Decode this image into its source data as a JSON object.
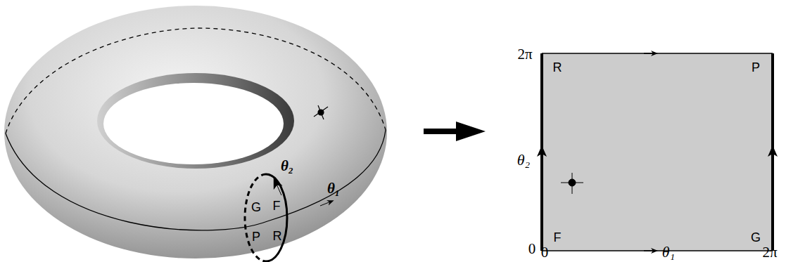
{
  "diagram": {
    "labels": [
      "θ₂",
      "G",
      "F",
      "θ₁",
      "P",
      "R",
      "2π",
      "R",
      "P",
      "θ₂",
      "F",
      "G",
      "0",
      "0",
      "θ₁",
      "2π"
    ]
  }
}
